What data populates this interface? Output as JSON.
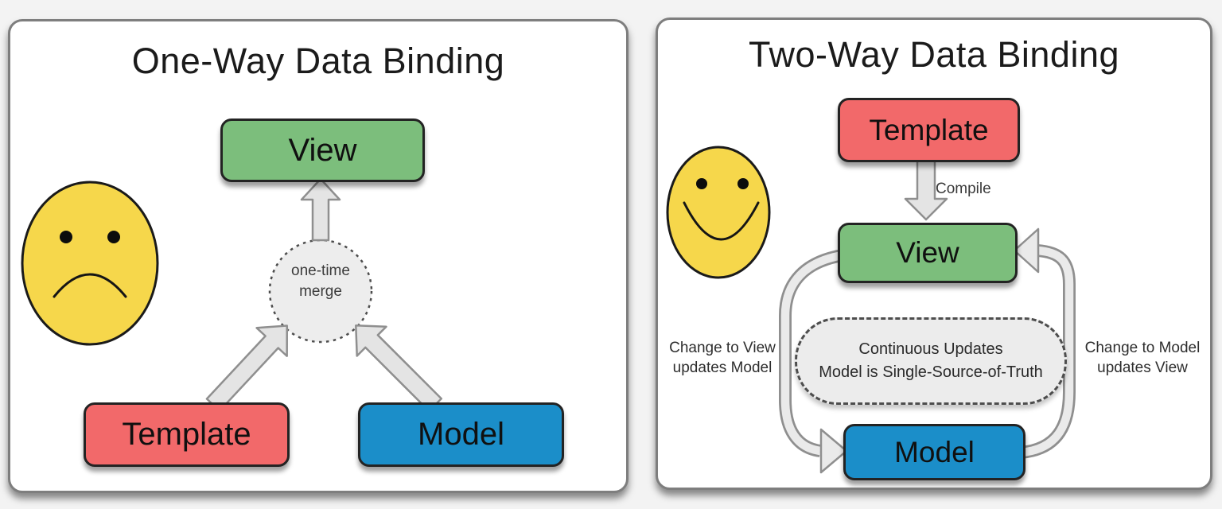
{
  "colors": {
    "view_green": "#7cbe7c",
    "template_red": "#f2696a",
    "model_blue": "#1b8ec9",
    "smiley_yellow": "#f6d74b",
    "arrow_gray": "#e4e4e4",
    "card_background": "#ffffff"
  },
  "one_way": {
    "title": "One-Way Data Binding",
    "mood_icon": "sad-face",
    "view_label": "View",
    "template_label": "Template",
    "model_label": "Model",
    "merge_line1": "one-time",
    "merge_line2": "merge"
  },
  "two_way": {
    "title": "Two-Way Data Binding",
    "mood_icon": "smiley-face",
    "template_label": "Template",
    "compile_label": "Compile",
    "view_label": "View",
    "center_line1": "Continuous Updates",
    "center_line2": "Model is Single-Source-of-Truth",
    "model_label": "Model",
    "left_note_line1": "Change to View",
    "left_note_line2": "updates Model",
    "right_note_line1": "Change to Model",
    "right_note_line2": "updates View"
  }
}
